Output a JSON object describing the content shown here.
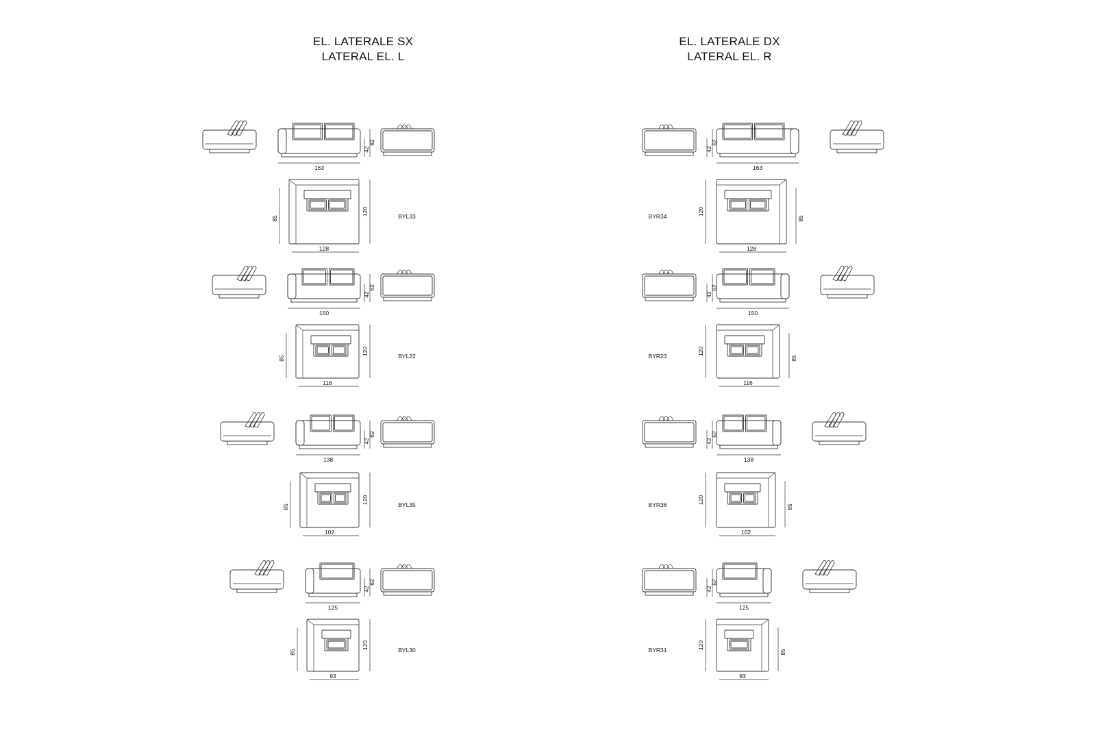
{
  "headers": {
    "left": {
      "line1": "EL. LATERALE SX",
      "line2": "LATERAL EL. L"
    },
    "right": {
      "line1": "EL. LATERALE DX",
      "line2": "LATERAL EL. R"
    }
  },
  "height_seat": "42",
  "height_back": "62",
  "depth_total": "120",
  "depth_seat": "85",
  "rows": [
    {
      "width": "163",
      "plan_width": "128",
      "left_code": "BYL33",
      "right_code": "BYR34",
      "cushions": 2
    },
    {
      "width": "150",
      "plan_width": "116",
      "left_code": "BYL22",
      "right_code": "BYR23",
      "cushions": 2
    },
    {
      "width": "138",
      "plan_width": "102",
      "left_code": "BYL35",
      "right_code": "BYR36",
      "cushions": 2
    },
    {
      "width": "125",
      "plan_width": "93",
      "left_code": "BYL30",
      "right_code": "BYR31",
      "cushions": 1
    }
  ],
  "colors": {
    "line": "#333333",
    "text": "#111111"
  }
}
